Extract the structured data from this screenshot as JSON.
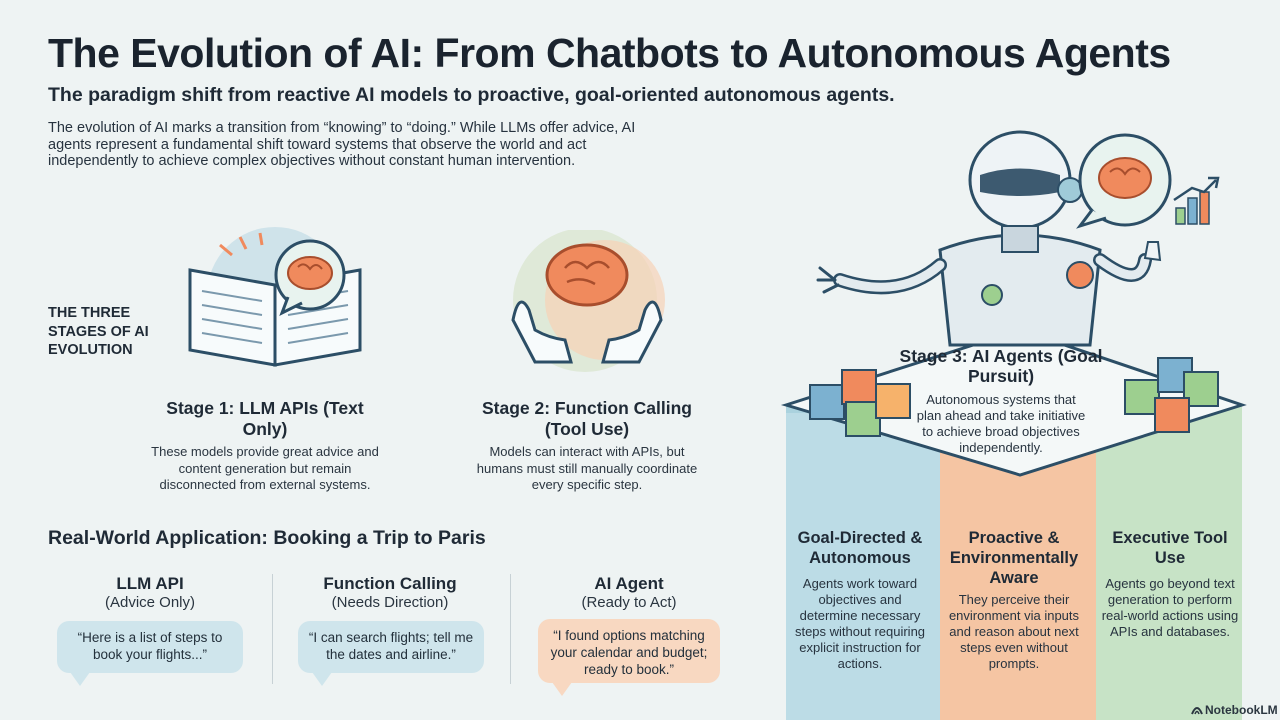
{
  "header": {
    "title": "The Evolution of AI: From Chatbots to Autonomous Agents",
    "subtitle": "The paradigm shift from reactive AI models to proactive, goal-oriented autonomous agents.",
    "intro": "The evolution of AI marks a transition from “knowing” to “doing.” While LLMs offer advice, AI agents represent a fundamental shift toward systems that observe the world and act independently to achieve complex objectives without constant human intervention."
  },
  "stages_label": "THE THREE STAGES OF AI EVOLUTION",
  "stage1": {
    "title": "Stage 1: LLM APIs (Text Only)",
    "desc": "These models provide great advice and content generation but remain disconnected from external systems."
  },
  "stage2": {
    "title": "Stage 2: Function Calling (Tool Use)",
    "desc": "Models can interact with APIs, but humans must still manually coordinate every specific step."
  },
  "stage3": {
    "title": "Stage 3: AI Agents (Goal Pursuit)",
    "desc": "Autonomous systems that plan ahead and take initiative to achieve broad objectives independently."
  },
  "real_world": {
    "title": "Real-World Application: Booking a Trip to Paris",
    "examples": [
      {
        "title": "LLM API",
        "sub": "(Advice Only)",
        "quote": "“Here is a list of steps to book your flights...”"
      },
      {
        "title": "Function Calling",
        "sub": "(Needs Direction)",
        "quote": "“I can search flights; tell me the dates and airline.”"
      },
      {
        "title": "AI Agent",
        "sub": "(Ready to Act)",
        "quote": "“I found options matching your calendar and budget; ready to book.”"
      }
    ]
  },
  "pillars": [
    {
      "title": "Goal-Directed & Autonomous",
      "desc": "Agents work toward objectives and determine necessary steps without requiring explicit instruction for actions.",
      "color": "#bcdce6"
    },
    {
      "title": "Proactive & Environmentally Aware",
      "desc": "They perceive their environment via inputs and reason about next steps even without prompts.",
      "color": "#f5c5a3"
    },
    {
      "title": "Executive Tool Use",
      "desc": "Agents go beyond text generation to perform real-world actions using APIs and databases.",
      "color": "#c7e3c6"
    }
  ],
  "footer": {
    "logo": "NotebookLM"
  },
  "colors": {
    "background": "#eef3f3",
    "blue": "#cfe5ec",
    "orange": "#f8d8c1",
    "green": "#c7e3c6",
    "brain": "#f08a5d"
  }
}
